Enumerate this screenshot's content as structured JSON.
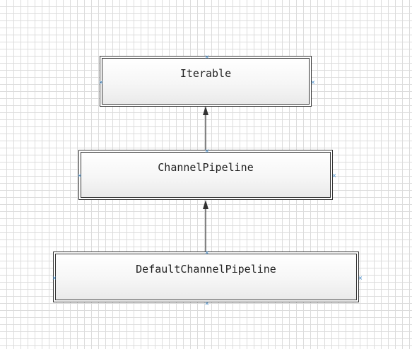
{
  "diagram": {
    "nodes": [
      {
        "id": "iterable",
        "label": "Iterable"
      },
      {
        "id": "channel_pipeline",
        "label": "ChannelPipeline"
      },
      {
        "id": "default_channel_pipeline",
        "label": "DefaultChannelPipeline"
      }
    ],
    "edges": [
      {
        "from": "channel_pipeline",
        "to": "iterable",
        "type": "inheritance"
      },
      {
        "from": "default_channel_pipeline",
        "to": "channel_pipeline",
        "type": "inheritance"
      }
    ]
  },
  "colors": {
    "grid": "#dcdcdc",
    "border": "#333333",
    "arrow": "#333333",
    "handle": "#3a86c8"
  }
}
